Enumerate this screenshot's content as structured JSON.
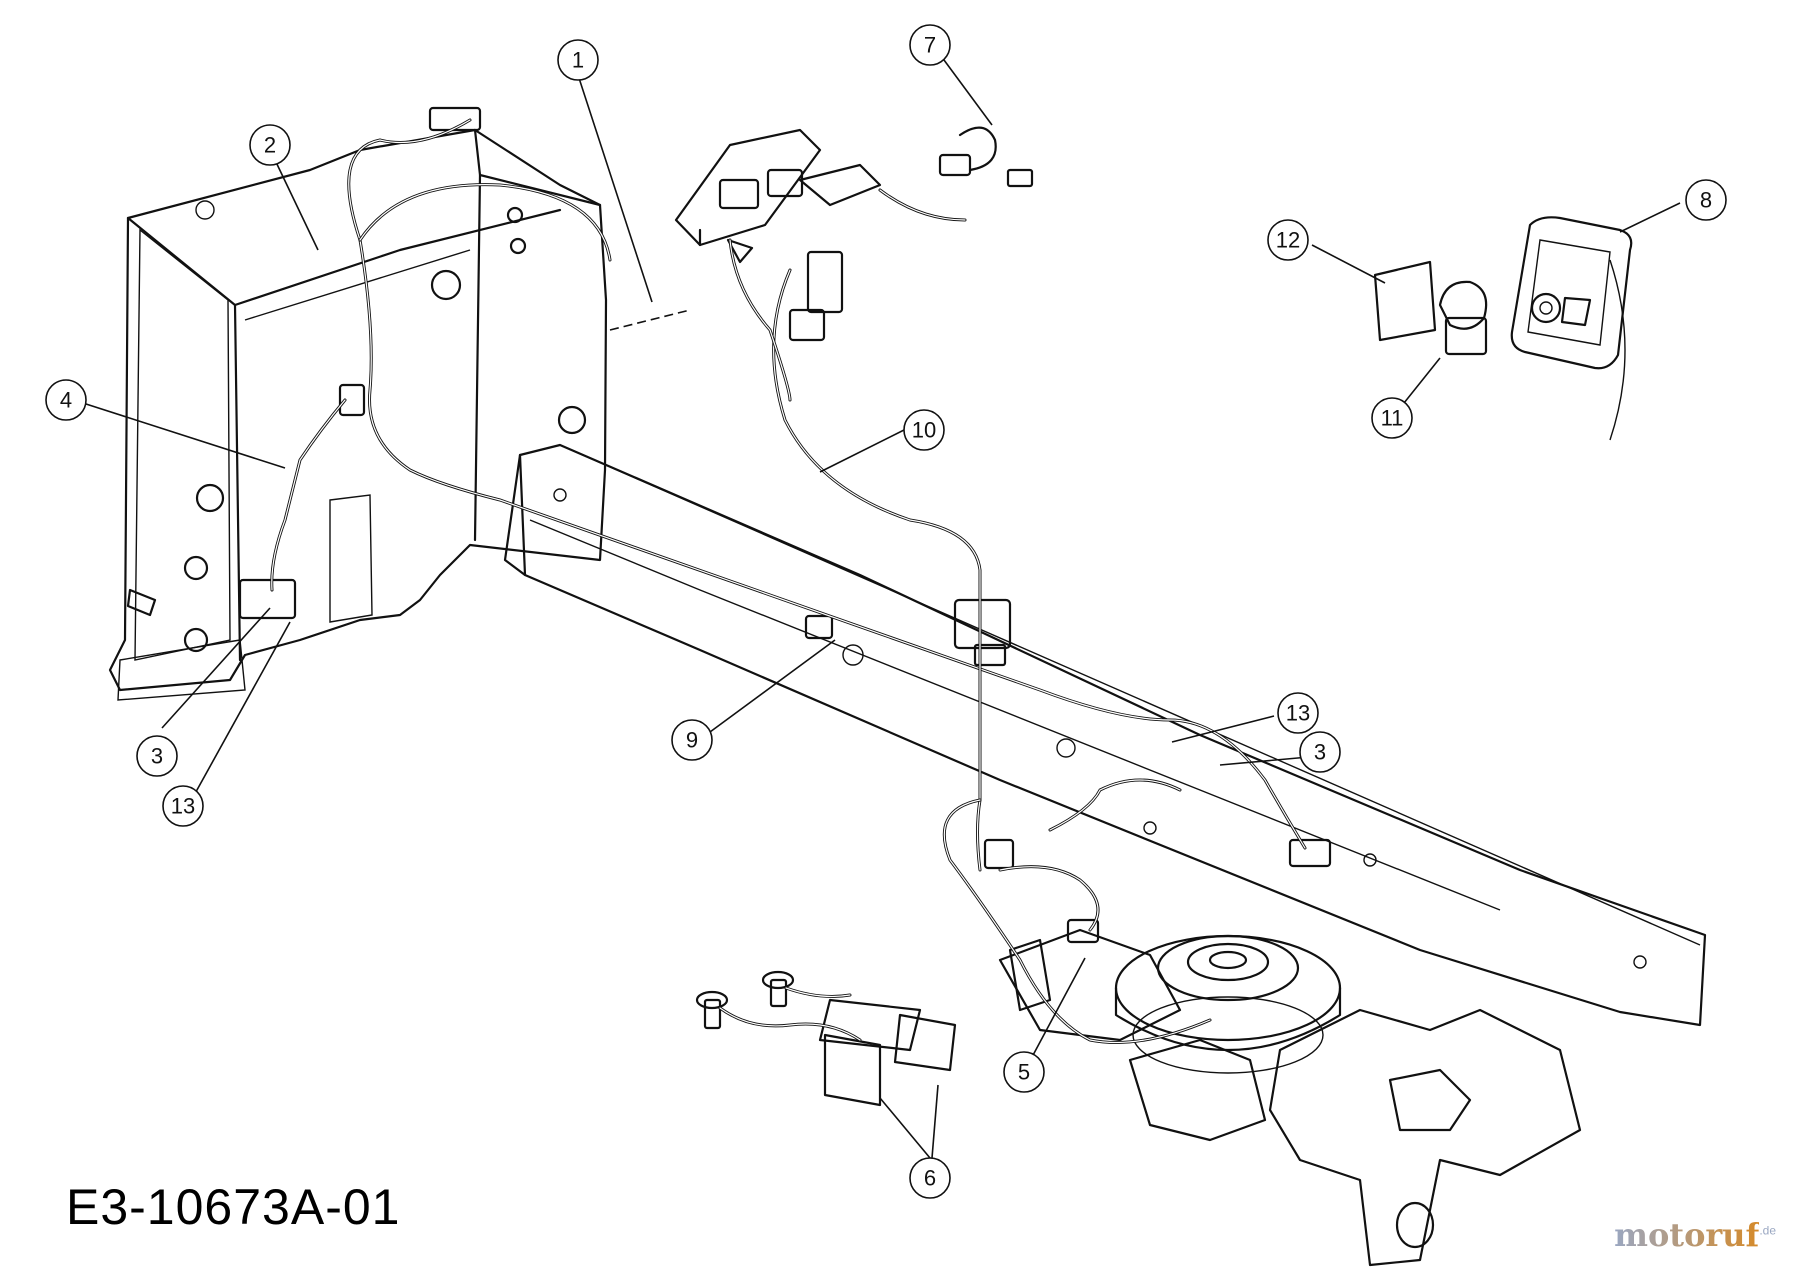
{
  "drawing_code": "E3-10673A-01",
  "watermark": {
    "text": "motoruf",
    "suffix": ".de",
    "color_start": "#9aa7c2",
    "color_end": "#d58a2a"
  },
  "callouts": [
    {
      "id": "c1",
      "label": "1"
    },
    {
      "id": "c2",
      "label": "2"
    },
    {
      "id": "c3a",
      "label": "3"
    },
    {
      "id": "c3b",
      "label": "3"
    },
    {
      "id": "c4",
      "label": "4"
    },
    {
      "id": "c5",
      "label": "5"
    },
    {
      "id": "c6",
      "label": "6"
    },
    {
      "id": "c7",
      "label": "7"
    },
    {
      "id": "c8",
      "label": "8"
    },
    {
      "id": "c9",
      "label": "9"
    },
    {
      "id": "c10",
      "label": "10"
    },
    {
      "id": "c11",
      "label": "11"
    },
    {
      "id": "c12",
      "label": "12"
    },
    {
      "id": "c13a",
      "label": "13"
    },
    {
      "id": "c13b",
      "label": "13"
    }
  ]
}
